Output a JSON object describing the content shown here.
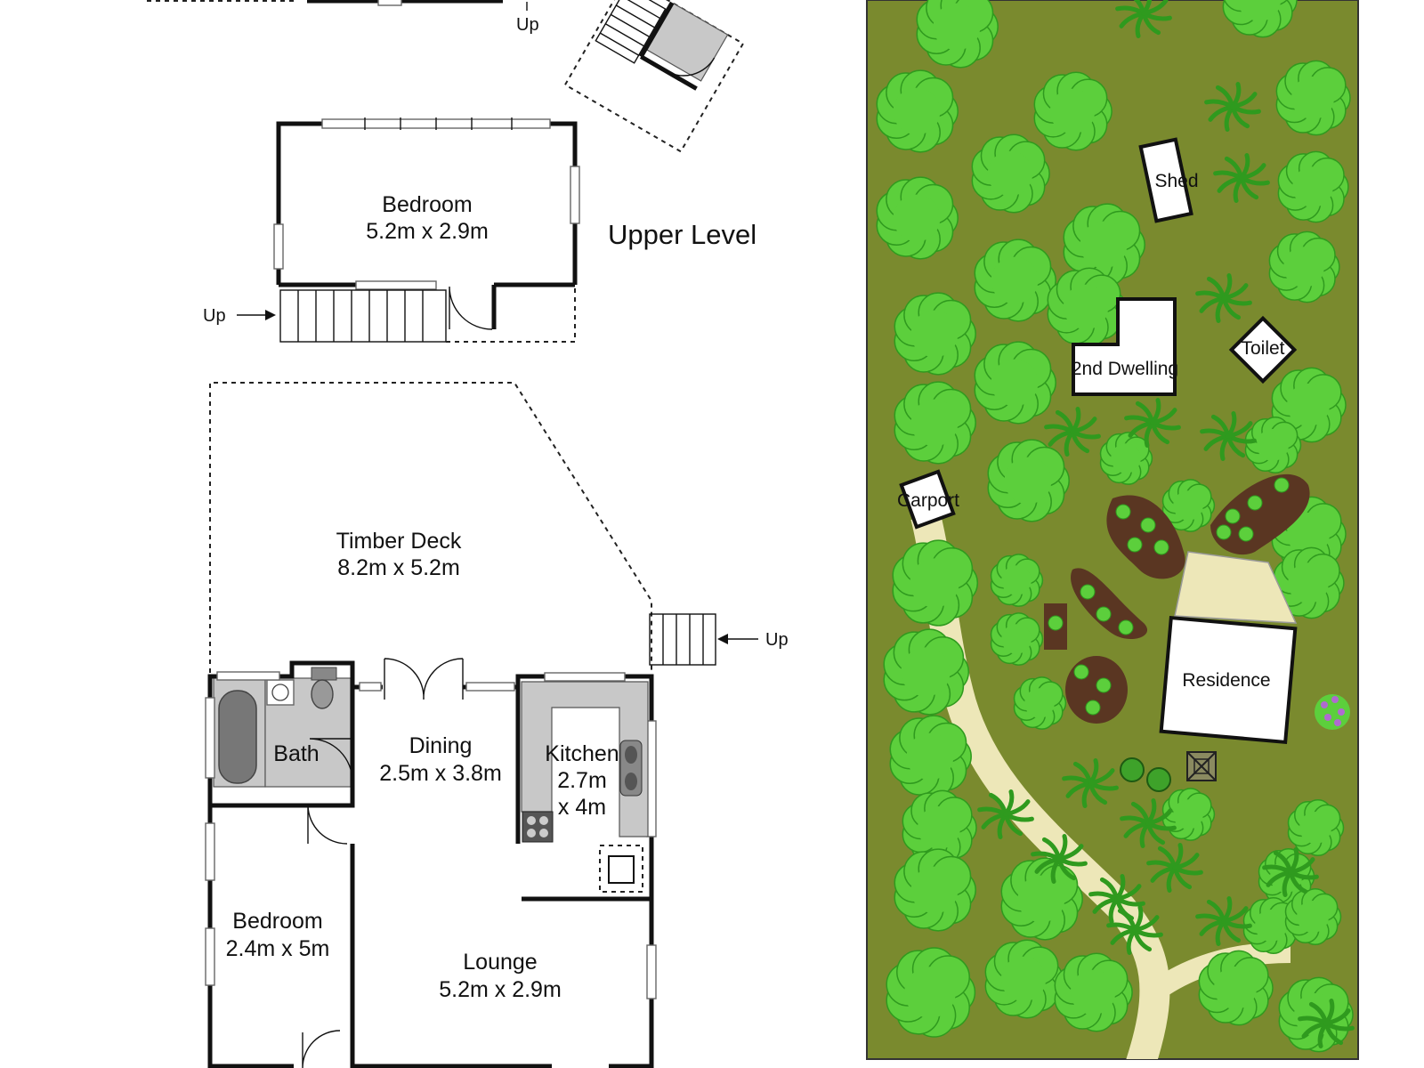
{
  "colors": {
    "grass": "#7a8a2e",
    "tree_light": "#5ccf3c",
    "tree_dark": "#2f9a1e",
    "path": "#ede7b8",
    "garden_bed": "#5a3622",
    "wall": "#111111",
    "fixture_grey": "#c8c8c8"
  },
  "floorplan": {
    "upper": {
      "label": "Upper Level",
      "bedroom_name": "Bedroom",
      "bedroom_size": "5.2m x 2.9m"
    },
    "lower": {
      "deck_name": "Timber Deck",
      "deck_size": "8.2m x 5.2m",
      "bath_name": "Bath",
      "dining_name": "Dining",
      "dining_size": "2.5m x 3.8m",
      "kitchen_name": "Kitchen",
      "kitchen_size_a": "2.7m",
      "kitchen_size_b": "x 4m",
      "bedroom_name": "Bedroom",
      "bedroom_size": "2.4m x 5m",
      "lounge_name": "Lounge",
      "lounge_size": "5.2m x 2.9m"
    },
    "stair_labels": {
      "top": "Up",
      "upper_left": "Up",
      "deck_right": "Up"
    }
  },
  "siteplan": {
    "shed": "Shed",
    "second_dwelling": "2nd Dwelling",
    "toilet": "Toilet",
    "carport": "Carport",
    "residence": "Residence"
  },
  "icons": {
    "tree": "tree-icon",
    "palm": "palm-icon",
    "shrub": "flowering-shrub-icon",
    "arrow": "arrow-icon"
  }
}
